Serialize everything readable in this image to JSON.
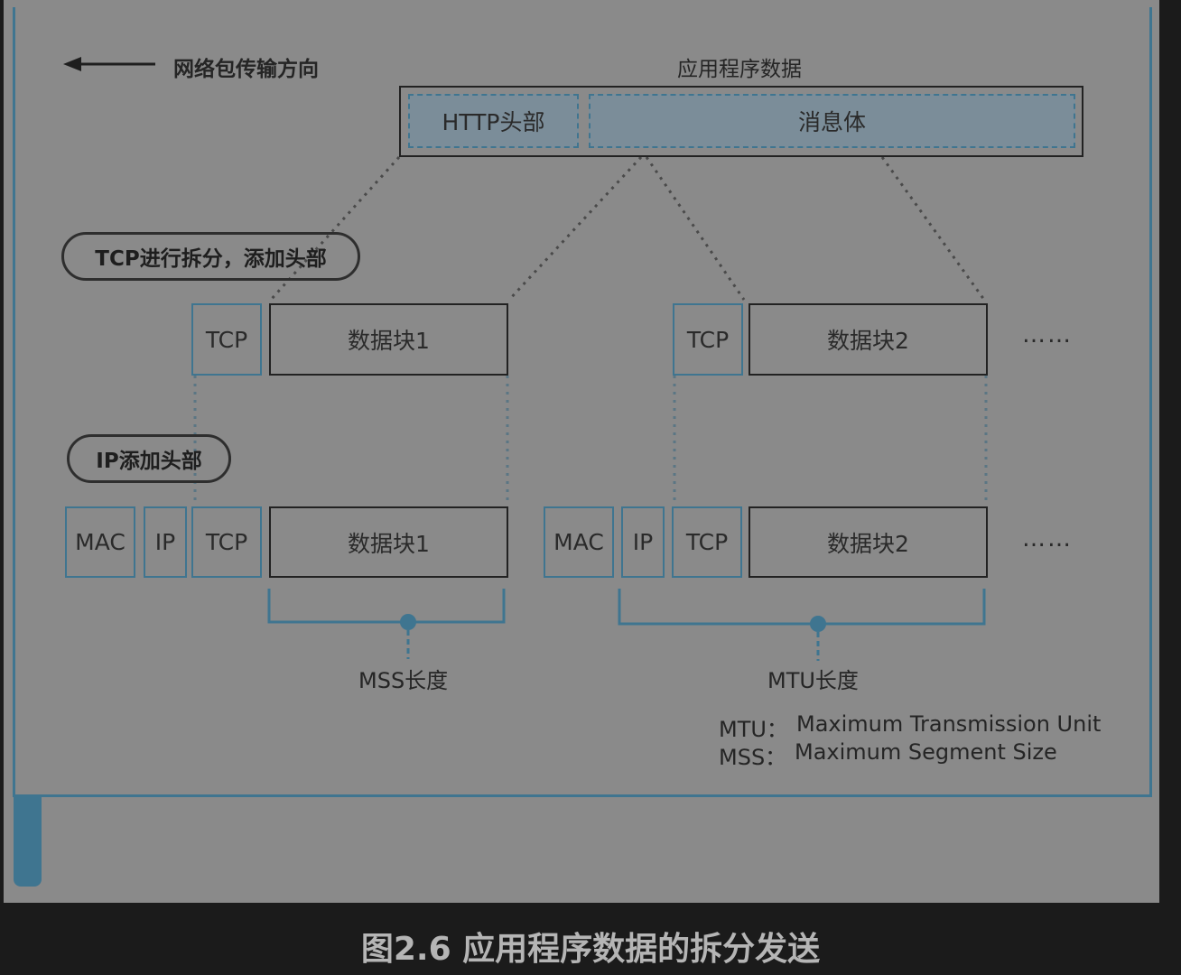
{
  "direction_label": "网络包传输方向",
  "app_data": {
    "title": "应用程序数据",
    "http_header": "HTTP头部",
    "body": "消息体"
  },
  "tcp_step": {
    "label": "TCP进行拆分，添加头部",
    "tcp": "TCP",
    "block1": "数据块1",
    "block2": "数据块2",
    "ellipsis": "……"
  },
  "ip_step": {
    "label": "IP添加头部",
    "mac": "MAC",
    "ip": "IP",
    "tcp": "TCP",
    "block1": "数据块1",
    "block2": "数据块2",
    "ellipsis": "……"
  },
  "mss_label": "MSS长度",
  "mtu_label": "MTU长度",
  "legend": {
    "mtu_key": "MTU：",
    "mtu_value": "Maximum Transmission Unit",
    "mss_key": "MSS：",
    "mss_value": "Maximum Segment Size"
  },
  "caption": "图2.6 应用程序数据的拆分发送",
  "colors": {
    "accent": "#3f7590",
    "figure_bg": "#8a8a8a",
    "page_bg": "#1b1b1b"
  }
}
